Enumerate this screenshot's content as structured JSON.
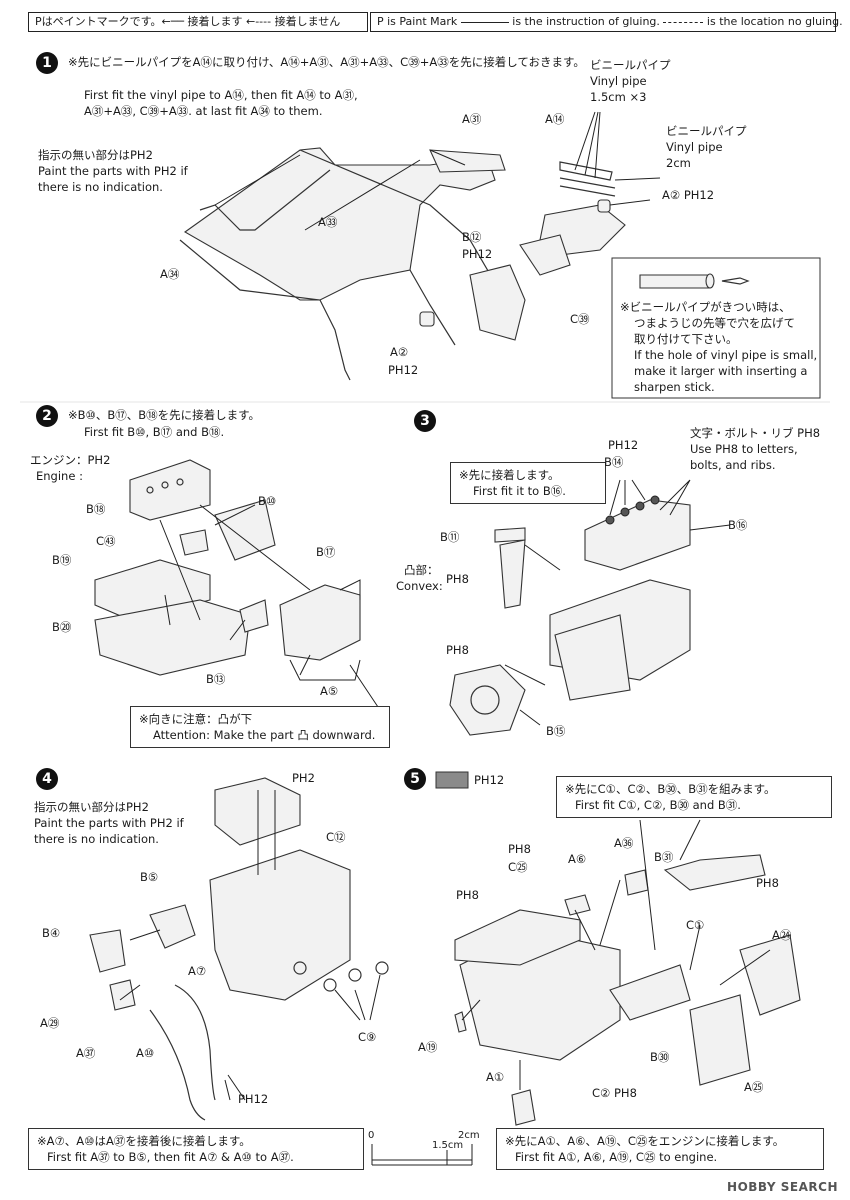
{
  "legend": {
    "jp": "Pはペイントマークです。←── 接着します ←‐‐‐‐ 接着しません",
    "en_paint": "P is Paint Mark",
    "en_glue": "is the instruction of gluing.",
    "en_noglue": "is the location no gluing."
  },
  "step1": {
    "num": "1",
    "jp": "※先にビニールパイプをA⑭に取り付け、A⑭+A㉛、A㉛+A㉝、C㊴+A㉝を先に接着しておきます。",
    "en1": "First fit the vinyl pipe to A⑭, then fit A⑭ to A㉛,",
    "en2": "A㉛+A㉝, C㊴+A㉝. at last fit A㉞ to them.",
    "side_jp": "指示の無い部分はPH2",
    "side_en1": "Paint the parts with PH2 if",
    "side_en2": "there is no indication.",
    "pipe1_jp": "ビニールパイプ",
    "pipe1_en": "Vinyl pipe",
    "pipe1_size": "1.5cm ×3",
    "pipe2_jp": "ビニールパイプ",
    "pipe2_en": "Vinyl pipe",
    "pipe2_size": "2cm",
    "labels": [
      "A㉛",
      "A⑭",
      "A㉝",
      "A㉞",
      "A② PH12",
      "B⑫",
      "PH12",
      "C㊴",
      "A②",
      "PH12"
    ],
    "tip_jp1": "※ビニールパイプがきつい時は、",
    "tip_jp2": "つまようじの先等で穴を広げて",
    "tip_jp3": "取り付けて下さい。",
    "tip_en1": "If the hole of vinyl pipe is small,",
    "tip_en2": "make it larger with inserting a",
    "tip_en3": "sharpen stick."
  },
  "step2": {
    "num": "2",
    "jp": "※B⑩、B⑰、B⑱を先に接着します。",
    "en": "First fit B⑩, B⑰ and B⑱.",
    "engine_jp": "エンジン：PH2",
    "engine_en": "Engine :",
    "labels": [
      "B⑱",
      "B⑩",
      "C㊸",
      "B⑲",
      "B⑰",
      "B⑳",
      "B⑬",
      "A⑤"
    ],
    "note_jp": "※向きに注意：凸が下",
    "note_en": "Attention: Make the part 凸 downward."
  },
  "step3": {
    "num": "3",
    "note_jp": "※先に接着します。",
    "note_en": "First fit it to B⑯.",
    "letters_jp": "文字・ボルト・リブ PH8",
    "letters_en1": "Use PH8 to letters,",
    "letters_en2": "bolts, and ribs.",
    "convex_jp": "凸部：",
    "convex_en": "Convex:",
    "labels": [
      "PH12",
      "B⑭",
      "B⑯",
      "B⑪",
      "PH8",
      "PH8",
      "B⑮"
    ]
  },
  "step4": {
    "num": "4",
    "side_jp": "指示の無い部分はPH2",
    "side_en1": "Paint the parts with PH2 if",
    "side_en2": "there is no indication.",
    "labels": [
      "PH2",
      "C⑫",
      "B⑤",
      "B④",
      "A⑦",
      "A㉙",
      "A㊲",
      "A⑩",
      "C⑨",
      "PH12"
    ],
    "note_jp": "※A⑦、A⑩はA㊲を接着後に接着します。",
    "note_en": "First fit A㊲ to B⑤, then fit A⑦ & A⑩ to A㊲."
  },
  "step5": {
    "num": "5",
    "swatch_label": "PH12",
    "swatch_color": "#8a8a8a",
    "note1_jp": "※先にC①、C②、B㉚、B㉛を組みます。",
    "note1_en": "First fit C①, C②, B㉚ and B㉛.",
    "labels": [
      "PH8",
      "C㉕",
      "A⑥",
      "A㊱",
      "B㉛",
      "PH8",
      "PH8",
      "C①",
      "A㉔",
      "A⑲",
      "B㉚",
      "A①",
      "C② PH8",
      "A㉕"
    ],
    "note2_jp": "※先にA①、A⑥、A⑲、C㉕をエンジンに接着します。",
    "note2_en": "First fit A①, A⑥, A⑲, C㉕ to engine."
  },
  "scale": {
    "zero": "0",
    "mid": "1.5cm",
    "end": "2cm"
  },
  "watermark": "HOBBY SEARCH"
}
